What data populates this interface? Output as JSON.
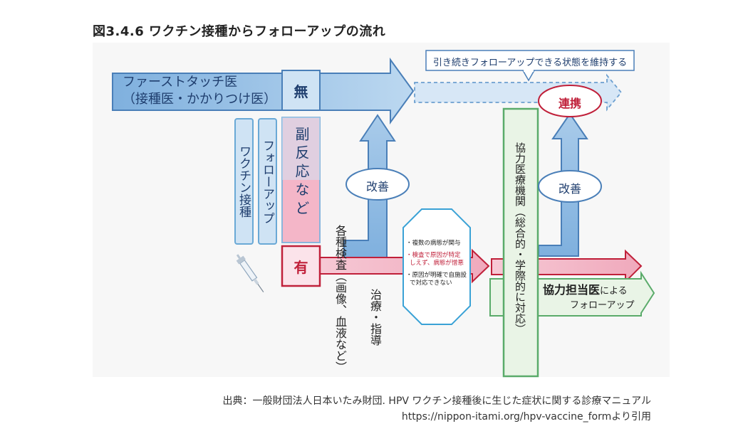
{
  "title": "図3.4.6 ワクチン接種からフォローアップの流れ",
  "first_touch": {
    "line1": "ファーストタッチ医",
    "line2": "（接種医・かかりつけ医）"
  },
  "vaccination_label": "ワクチン接種",
  "followup_label": "フォローアップ",
  "status": {
    "none": "無",
    "side_effects": "副反応など",
    "present": "有"
  },
  "maintain_note": "引き続きフォローアップできる状態を維持する",
  "cooperation": "連携",
  "improve_left": "改善",
  "improve_right": "改善",
  "tests_label": "各種検査（画像、血液など）",
  "treatment_label": "治療・指導",
  "octagon": {
    "item1": "・複数の病態が関与",
    "item2_line1": "・検査で原因が特定",
    "item2_line2": "しえず、病態が憎悪",
    "item3_line1": "・原因が明確で自施設",
    "item3_line2": "で対応できない"
  },
  "cooperating_institution": "協力医療機関（総合的・学際的に対応）",
  "cooperating_doctor": {
    "main": "協力担当医",
    "suffix": "による",
    "line2": "フォローアップ"
  },
  "source": {
    "line1": "出典：一般財団法人日本いたみ財団. HPV ワクチン接種後に生じた症状に関する診療マニュアル",
    "line2": "https://nippon-itami.org/hpv-vaccine_formより引用"
  },
  "colors": {
    "blue_fill": "#9cc3e6",
    "blue_stroke": "#4a7fb8",
    "pink_fill": "#f4b6c8",
    "red_stroke": "#c0203a",
    "green_stroke": "#5aab6a",
    "green_fill": "#e9f4e6"
  }
}
